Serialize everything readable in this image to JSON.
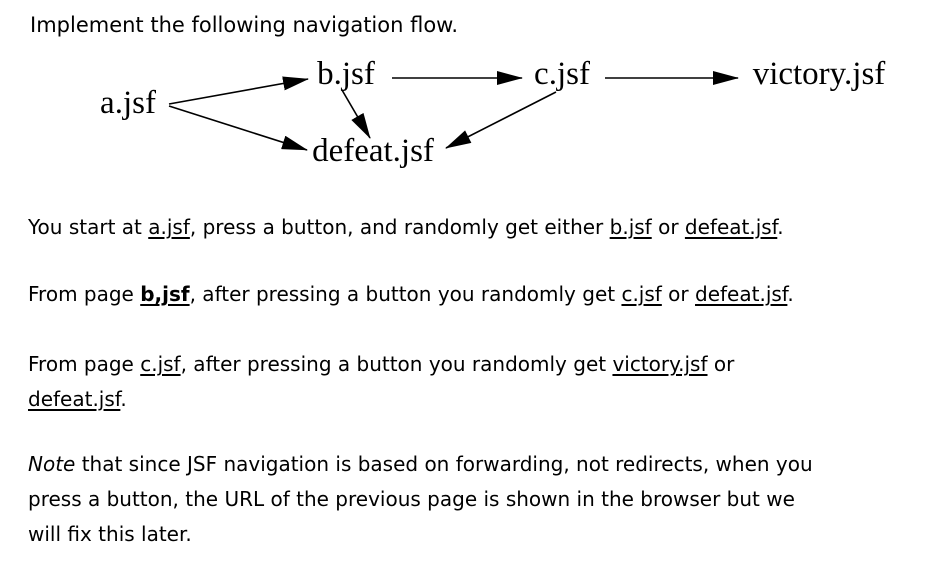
{
  "title": "Implement the following navigation flow.",
  "diagram": {
    "nodes": {
      "a": "a.jsf",
      "b": "b.jsf",
      "c": "c.jsf",
      "victory": "victory.jsf",
      "defeat": "defeat.jsf"
    },
    "edges": [
      {
        "from": "a.jsf",
        "to": "b.jsf"
      },
      {
        "from": "a.jsf",
        "to": "defeat.jsf"
      },
      {
        "from": "b.jsf",
        "to": "c.jsf"
      },
      {
        "from": "b.jsf",
        "to": "defeat.jsf"
      },
      {
        "from": "c.jsf",
        "to": "victory.jsf"
      },
      {
        "from": "c.jsf",
        "to": "defeat.jsf"
      }
    ]
  },
  "paragraphs": {
    "p1": [
      "You start at ",
      "a.jsf",
      ", press a button, and randomly get either ",
      "b.jsf",
      " or ",
      "defeat.jsf",
      "."
    ],
    "p2": [
      "From page ",
      "b,jsf",
      ", after pressing a button you randomly get ",
      "c.jsf",
      " or ",
      "defeat.jsf",
      "."
    ],
    "p3_line1": [
      "From page ",
      "c.jsf",
      ", after pressing a button you randomly get ",
      "victory.jsf",
      " or"
    ],
    "p3_line2": [
      "defeat.jsf",
      "."
    ],
    "p4_line1": [
      "Note",
      " that since JSF navigation is based on forwarding, not redirects, when you"
    ],
    "p4_line2": "press a button, the URL of the previous page is shown in the browser but we",
    "p4_line3": "will fix this later."
  },
  "colors": {
    "text": "#000000",
    "background": "#ffffff"
  }
}
